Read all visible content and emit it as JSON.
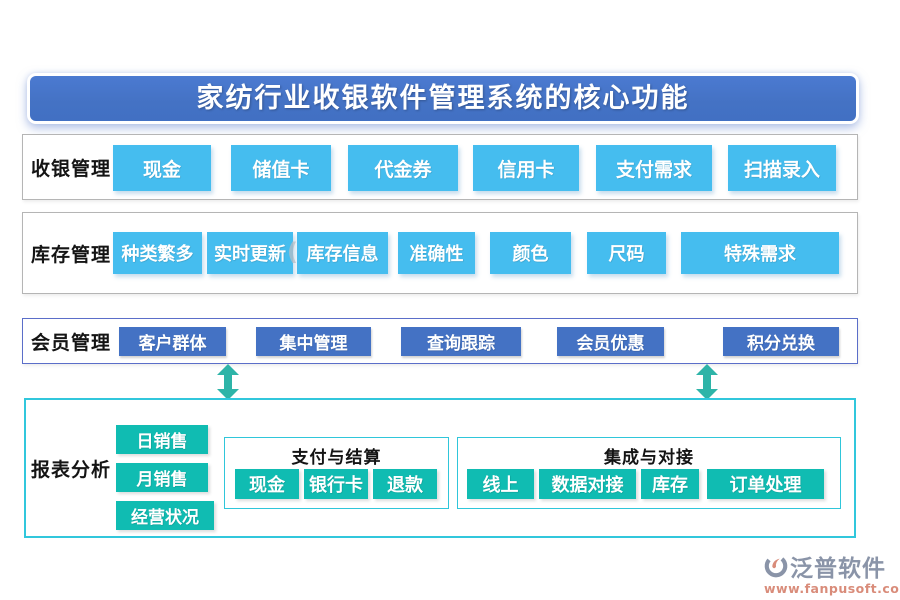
{
  "title": "家纺行业收银软件管理系统的核心功能",
  "rows": {
    "cashier": {
      "label": "收银管理",
      "buttons": [
        "现金",
        "储值卡",
        "代金券",
        "信用卡",
        "支付需求",
        "扫描录入"
      ]
    },
    "inventory": {
      "label": "库存管理",
      "buttons": [
        "种类繁多",
        "实时更新",
        "库存信息",
        "准确性",
        "颜色",
        "尺码",
        "特殊需求"
      ]
    },
    "member": {
      "label": "会员管理",
      "buttons": [
        "客户群体",
        "集中管理",
        "查询跟踪",
        "会员优惠",
        "积分兑换"
      ]
    }
  },
  "report": {
    "label": "报表分析",
    "side_buttons": [
      "日销售",
      "月销售",
      "经营状况"
    ],
    "payment_box": {
      "title": "支付与结算",
      "buttons": [
        "现金",
        "银行卡",
        "退款"
      ]
    },
    "integration_box": {
      "title": "集成与对接",
      "buttons": [
        "线上",
        "数据对接",
        "库存",
        "订单处理"
      ]
    }
  },
  "watermark_glyph": "(",
  "logo": {
    "name": "泛普软件",
    "url": "www.fanpusoft.com"
  },
  "colors": {
    "title_bg": "#4472c4",
    "sky_button": "#45bdef",
    "navy_button": "#4472c4",
    "teal_button": "#10bcb2",
    "cyan_border": "#31c7dc",
    "gray_border": "#b5b5b5",
    "member_border": "#5b6ec9",
    "arrow": "#2eb4a8",
    "logo_gray": "#8a94a8",
    "logo_salmon": "#d98c7a"
  }
}
